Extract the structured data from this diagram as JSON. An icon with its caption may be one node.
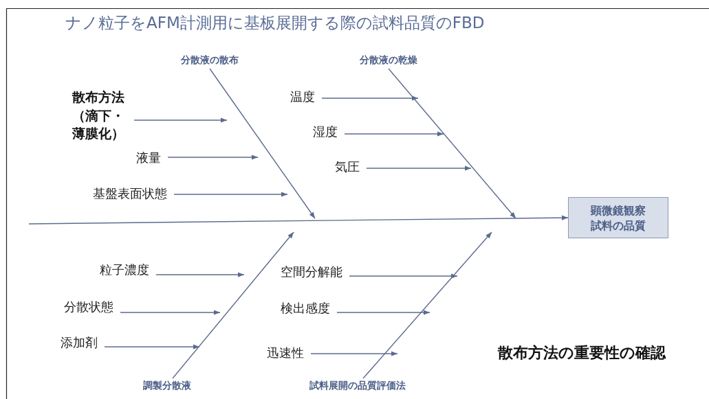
{
  "diagram": {
    "title": "ナノ粒子をAFM計測用に基板展開する際の試料品質のFBD",
    "nodes": [
      {
        "text": [
          "分散液の散布"
        ]
      },
      {
        "text": [
          "分散液の乾燥"
        ]
      },
      {
        "text": [
          "散布方法（滴下・薄膜化）"
        ]
      },
      {
        "text": [
          "液量"
        ]
      },
      {
        "text": [
          "基盤表面状態"
        ]
      },
      {
        "text": [
          "温度"
        ]
      },
      {
        "text": [
          "湿度"
        ]
      },
      {
        "text": [
          "気圧"
        ]
      },
      {
        "text": [
          "顕微鏡観察試料の品質"
        ]
      },
      {
        "text": [
          "粒子濃度"
        ]
      },
      {
        "text": [
          "分散状態"
        ]
      },
      {
        "text": [
          "添加剤"
        ]
      },
      {
        "text": [
          "空間分解能"
        ]
      },
      {
        "text": [
          "検出感度"
        ]
      },
      {
        "text": [
          "迅速性"
        ]
      },
      {
        "text": [
          "調製分散液"
        ]
      },
      {
        "text": [
          "試料展開の品質評価法"
        ]
      }
    ],
    "edges": [
      {
        "from": null,
        "to": 8,
        "arrow": "to"
      },
      {
        "from": 0,
        "to": null,
        "arrow": "to"
      },
      {
        "from": 1,
        "to": null,
        "arrow": "to"
      },
      {
        "from": 2,
        "to": null,
        "arrow": "to"
      },
      {
        "from": 3,
        "to": null,
        "arrow": "to"
      },
      {
        "from": 4,
        "to": null,
        "arrow": "to"
      },
      {
        "from": 5,
        "to": null,
        "arrow": "to"
      },
      {
        "from": 6,
        "to": null,
        "arrow": "to"
      },
      {
        "from": 7,
        "to": null,
        "arrow": "to"
      },
      {
        "from": 15,
        "to": null,
        "arrow": "to"
      },
      {
        "from": 16,
        "to": null,
        "arrow": "to"
      },
      {
        "from": 9,
        "to": null,
        "arrow": "to"
      },
      {
        "from": 10,
        "to": null,
        "arrow": "to"
      },
      {
        "from": 11,
        "to": null,
        "arrow": "to"
      },
      {
        "from": 12,
        "to": null,
        "arrow": "to"
      },
      {
        "from": 13,
        "to": null,
        "arrow": "to"
      },
      {
        "from": 14,
        "to": null,
        "arrow": "to"
      }
    ],
    "labels": [
      "散布方法の重要性の確認"
    ]
  }
}
